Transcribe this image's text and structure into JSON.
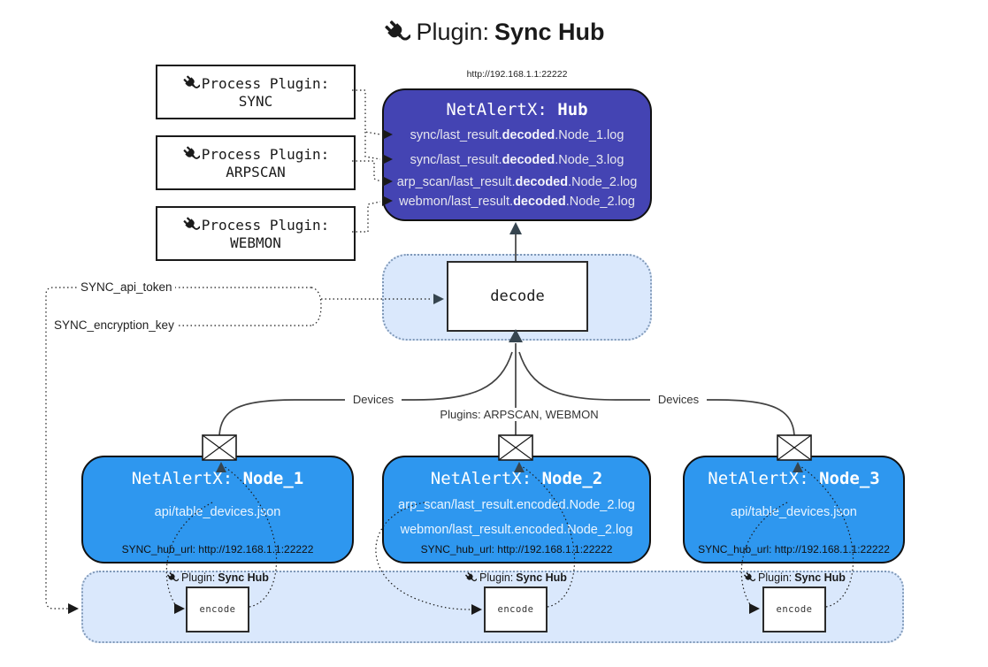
{
  "colors": {
    "hub_fill": "#4444b3",
    "node_fill": "#2e97ef",
    "container_fill": "#dae8fc",
    "container_border": "#8099b8",
    "line": "#424242",
    "arrow_dark": "#36454f",
    "arrow_black": "#1a1a1a"
  },
  "icons": {
    "plug": "plug-icon",
    "envelope": "envelope-icon"
  },
  "title": {
    "prefix": "Plugin: ",
    "bold": "Sync Hub"
  },
  "process_plugins": [
    {
      "label": "Process Plugin:",
      "name": "SYNC"
    },
    {
      "label": "Process Plugin:",
      "name": "ARPSCAN"
    },
    {
      "label": "Process Plugin:",
      "name": "WEBMON"
    }
  ],
  "hub": {
    "url": "http://192.168.1.1:22222",
    "title_prefix": "NetAlertX: ",
    "title_bold": "Hub",
    "lines": [
      {
        "pre": "sync/last_result.",
        "bold": "decoded",
        "post": ".Node_1.log"
      },
      {
        "pre": "sync/last_result.",
        "bold": "decoded",
        "post": ".Node_3.log"
      },
      {
        "pre": "arp_scan/last_result.",
        "bold": "decoded",
        "post": ".Node_2.log"
      },
      {
        "pre": "webmon/last_result.",
        "bold": "decoded",
        "post": ".Node_2.log"
      }
    ]
  },
  "decode_box": {
    "label": "decode"
  },
  "config_labels": {
    "api_token": "SYNC_api_token",
    "encryption_key": "SYNC_encryption_key"
  },
  "edge_labels": {
    "devices_left": "Devices",
    "devices_right": "Devices",
    "plugins": "Plugins: ARPSCAN, WEBMON"
  },
  "nodes": [
    {
      "title_prefix": "NetAlertX: ",
      "title_bold": "Node_1",
      "lines": [
        "api/table_devices.json"
      ],
      "footer": "SYNC_hub_url: http://192.168.1.1:22222"
    },
    {
      "title_prefix": "NetAlertX: ",
      "title_bold": "Node_2",
      "lines": [
        "arp_scan/last_result.encoded.Node_2.log",
        "webmon/last_result.encoded.Node_2.log"
      ],
      "footer": "SYNC_hub_url: http://192.168.1.1:22222"
    },
    {
      "title_prefix": "NetAlertX: ",
      "title_bold": "Node_3",
      "lines": [
        "api/table_devices.json"
      ],
      "footer": "SYNC_hub_url: http://192.168.1.1:22222"
    }
  ],
  "encoders": {
    "label_prefix": "Plugin: ",
    "label_bold": "Sync Hub",
    "box_label": "encode"
  }
}
